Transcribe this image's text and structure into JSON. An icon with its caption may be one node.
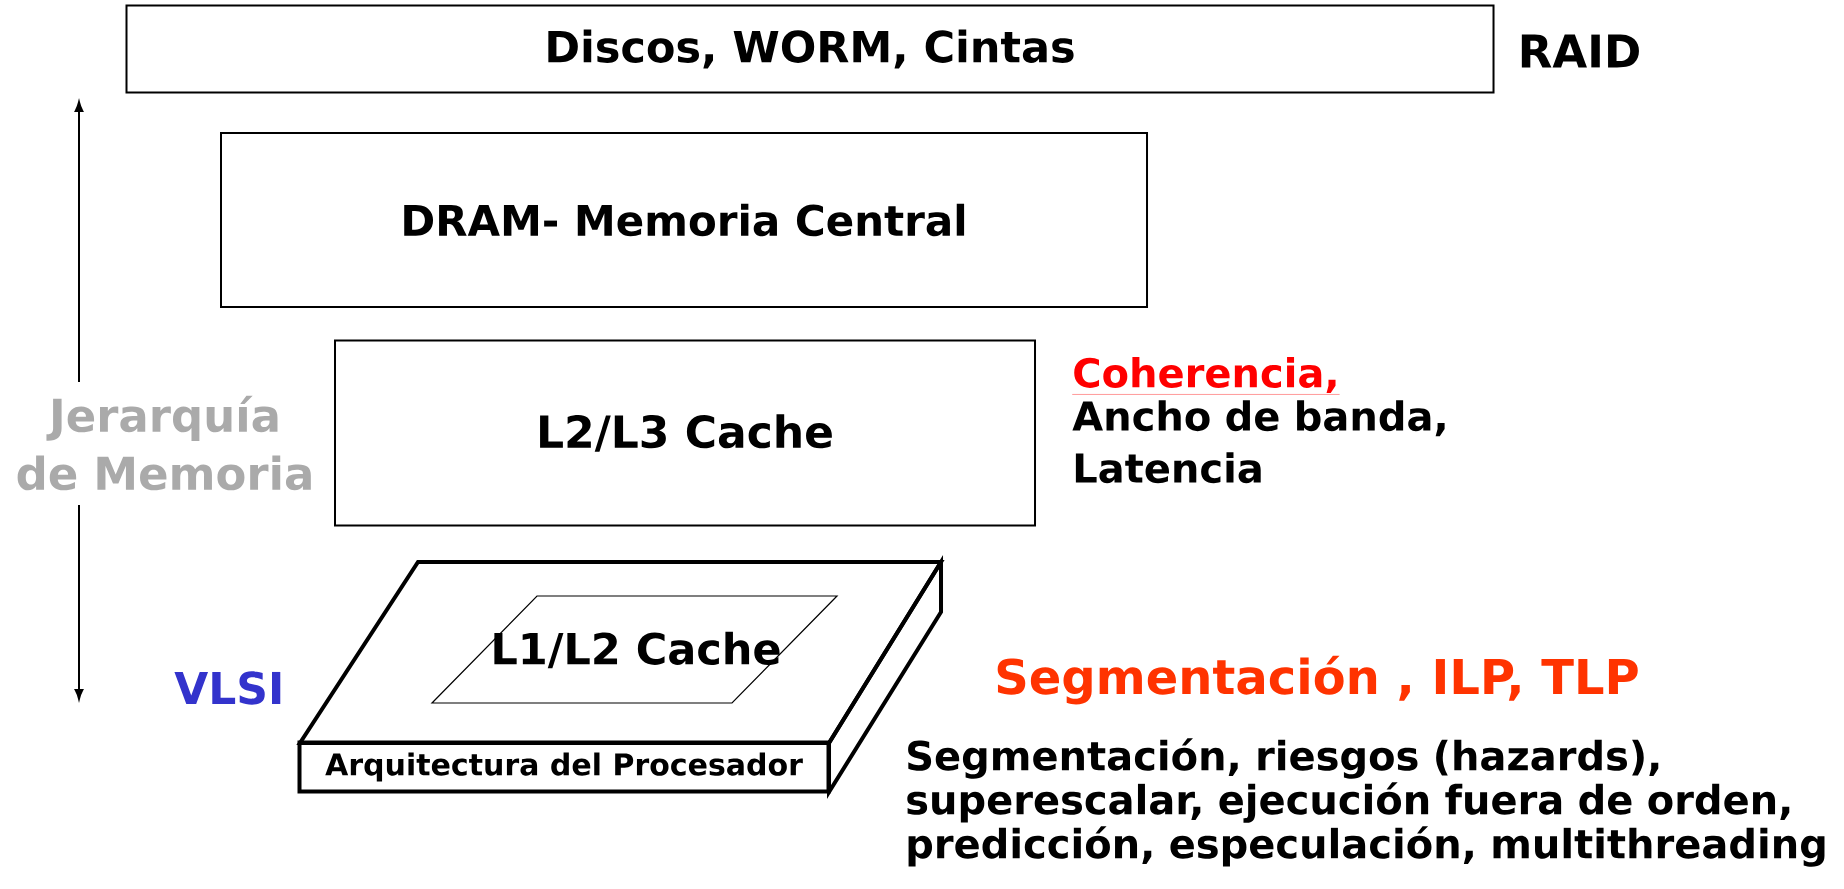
{
  "diagram": {
    "nodes": [
      {
        "text": [
          "Discos, WORM, Cintas"
        ],
        "beside": [
          "RAID"
        ]
      },
      {
        "text": [
          "DRAM- Memoria Central"
        ]
      },
      {
        "text": [
          "L2/L3 Cache"
        ]
      },
      {
        "text": [
          "Arquitectura del Procesador"
        ]
      },
      {
        "text": [
          "L1/L2 Cache"
        ],
        "in": 3
      }
    ],
    "labels": [
      "Coherencia,",
      "Ancho de banda, Latencia",
      "Jerarquía de Memoria",
      "VLSI",
      "Segmentación , ILP, TLP",
      "Segmentación, riesgos (hazards), superescalar, ejecución fuera de orden, predicción, especulación, multithreading"
    ]
  }
}
